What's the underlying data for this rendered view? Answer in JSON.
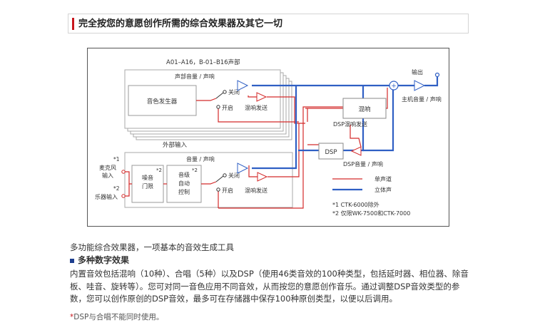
{
  "header": {
    "title": "完全按您的意愿创作所需的综合效果器及其它一切"
  },
  "diagram": {
    "tone_banks": "A01–A16，B-01–B16声部",
    "ext_input": "外部输入",
    "vol_reverb_top": "声部音量 / 声响",
    "vol_reverb_ext": "音量 / 声响",
    "tone_generator": "音色发生器",
    "off": "关闭",
    "on": "开启",
    "reverb_send": "混响发送",
    "reverb": "混响",
    "dsp_reverb_send": "DSP混响发送",
    "dsp": "DSP",
    "dsp_vol_reverb": "DSP音量 / 声响",
    "output": "输出",
    "master_vol": "主机音量 / 声响",
    "mic_mark": "*1",
    "mic_line1": "麦克风",
    "mic_line2": "输入",
    "inst_mark": "*2",
    "inst_input": "乐器输入",
    "noise_gate_line1": "噪音",
    "noise_gate_line2": "门限",
    "noise_gate_mark": "*2",
    "agc_line1": "音级",
    "agc_line2": "自动",
    "agc_line3": "控制",
    "agc_mark": "*2",
    "legend_mono": "单声道",
    "legend_stereo": "立体声",
    "footnote1": "*1 CTK-6000除外",
    "footnote2": "*2 仅限WK-7500和CTK-7000",
    "colors": {
      "mono": "#d42a2a",
      "stereo": "#2f5fc4"
    }
  },
  "body": {
    "desc": "多功能综合效果器，一项基本的音效生成工具",
    "section_title": "多种数字效果",
    "paragraph": "内置音效包括混响（10种）、合唱（5种）以及DSP（使用46类音效的100种类型，包括延时器、相位器、除音板、哇音、旋转等）。您可对同一音色应用不同音效，从而按您的意愿创作音乐。通过调整DSP音效类型的参数，您可以创作原创的DSP音效，最多可在存储器中保存100种原创类型，以便以后调用。",
    "note": "DSP与合唱不能同时使用。",
    "note_star": "*"
  }
}
